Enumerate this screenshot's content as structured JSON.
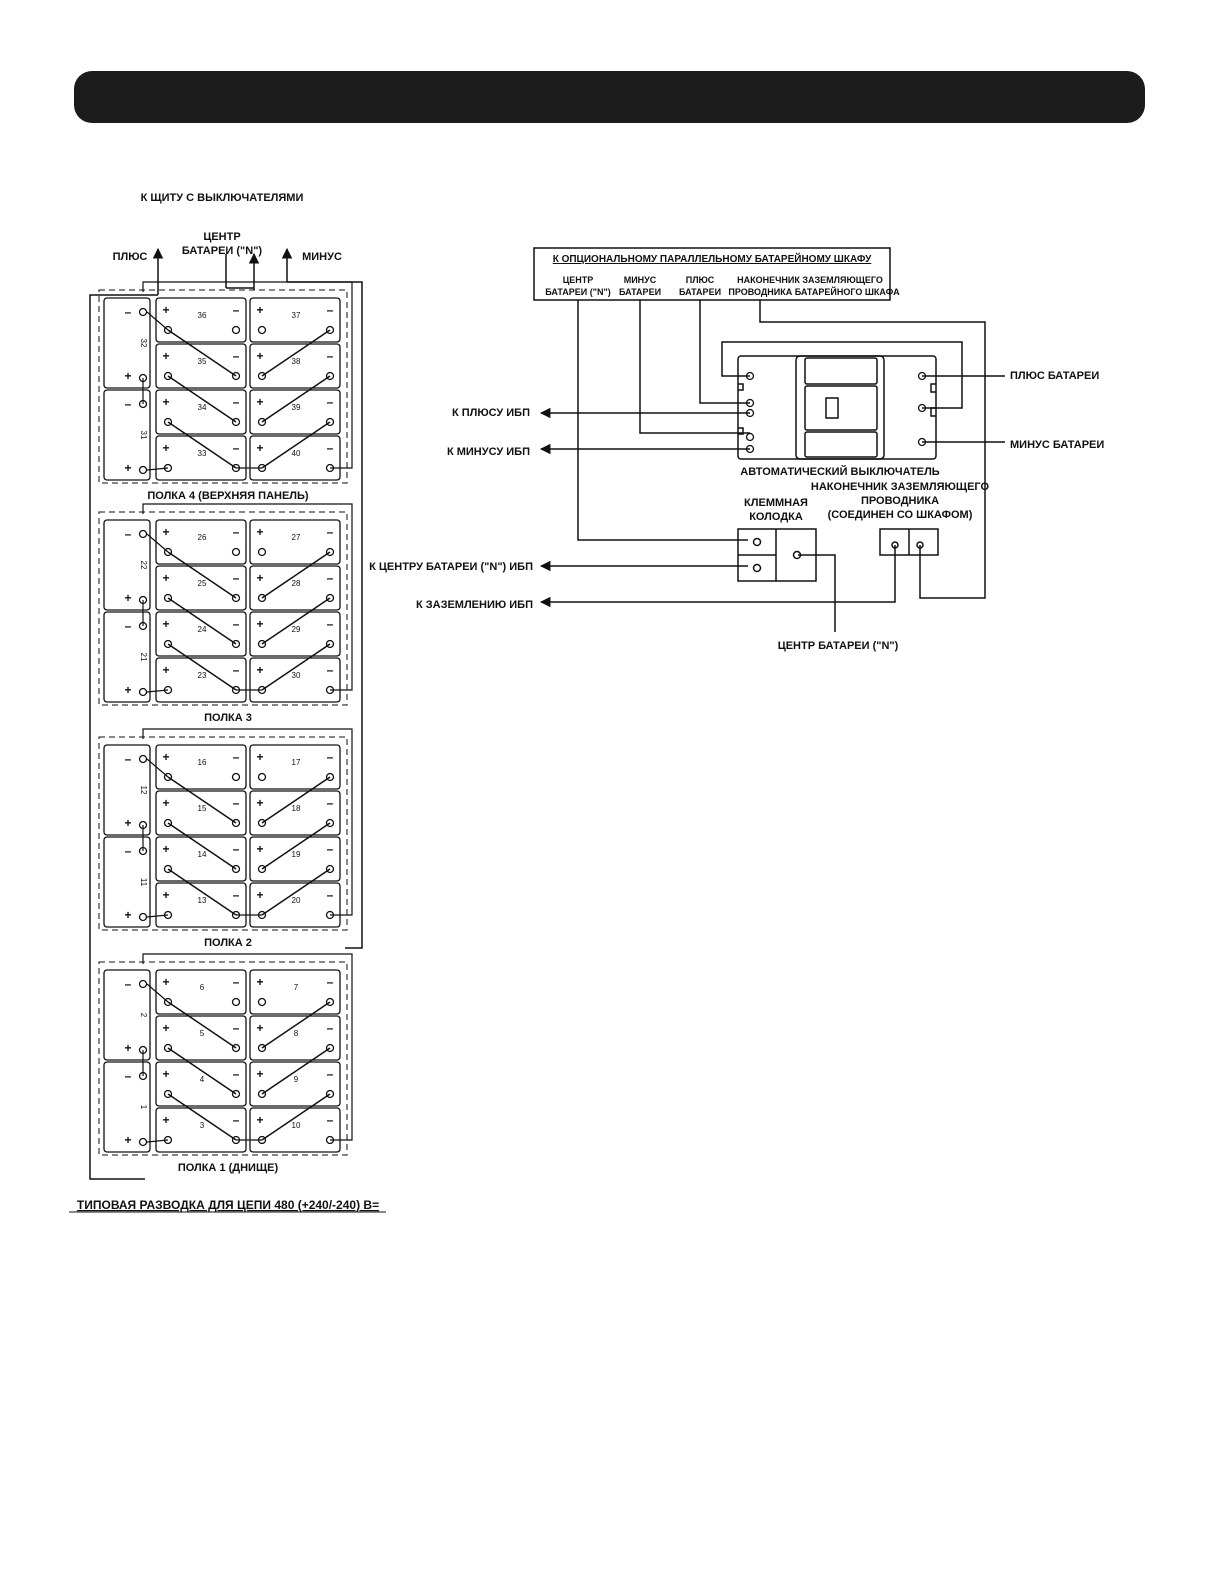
{
  "header": {
    "title": ""
  },
  "diagram": {
    "to_breaker_panel": "К ЩИТУ С ВЫКЛЮЧАТЕЛЯМИ",
    "plus": "ПЛЮС",
    "center_line1": "ЦЕНТР",
    "center_line2": "БАТАРЕИ (\"N\")",
    "minus": "МИНУС",
    "plus_sign": "+",
    "minus_sign": "–",
    "caption": "ТИПОВАЯ РАЗВОДКА ДЛЯ ЦЕПИ 480 (+240/-240) В=",
    "shelves": [
      {
        "label": "ПОЛКА 4 (ВЕРХНЯЯ ПАНЕЛЬ)",
        "side": [
          "32",
          "31"
        ],
        "left": [
          "36",
          "35",
          "34",
          "33"
        ],
        "right": [
          "37",
          "38",
          "39",
          "40"
        ]
      },
      {
        "label": "ПОЛКА 3",
        "side": [
          "22",
          "21"
        ],
        "left": [
          "26",
          "25",
          "24",
          "23"
        ],
        "right": [
          "27",
          "28",
          "29",
          "30"
        ]
      },
      {
        "label": "ПОЛКА 2",
        "side": [
          "12",
          "11"
        ],
        "left": [
          "16",
          "15",
          "14",
          "13"
        ],
        "right": [
          "17",
          "18",
          "19",
          "20"
        ]
      },
      {
        "label": "ПОЛКА 1 (ДНИЩЕ)",
        "side": [
          "2",
          "1"
        ],
        "left": [
          "6",
          "5",
          "4",
          "3"
        ],
        "right": [
          "7",
          "8",
          "9",
          "10"
        ]
      }
    ]
  },
  "right": {
    "optional_cabinet": "К ОПЦИОНАЛЬНОМУ ПАРАЛЛЕЛЬНОМУ БАТАРЕЙНОМУ ШКАФУ",
    "col1_line1": "ЦЕНТР",
    "col1_line2": "БАТАРЕИ (\"N\")",
    "col2_line1": "МИНУС",
    "col2_line2": "БАТАРЕИ",
    "col3_line1": "ПЛЮС",
    "col3_line2": "БАТАРЕИ",
    "col4_line1": "НАКОНЕЧНИК ЗАЗЕМЛЯЮЩЕГО",
    "col4_line2": "ПРОВОДНИКА БАТАРЕЙНОГО ШКАФА",
    "to_ups_plus": "К ПЛЮСУ ИБП",
    "to_ups_minus": "К МИНУСУ ИБП",
    "battery_plus": "ПЛЮС БАТАРЕИ",
    "battery_minus": "МИНУС БАТАРЕИ",
    "breaker": "АВТОМАТИЧЕСКИЙ ВЫКЛЮЧАТЕЛЬ",
    "terminal_line1": "КЛЕММНАЯ",
    "terminal_line2": "КОЛОДКА",
    "ground_line1": "НАКОНЕЧНИК ЗАЗЕМЛЯЮЩЕГО",
    "ground_line2": "ПРОВОДНИКА",
    "ground_line3": "(СОЕДИНЕН СО ШКАФОМ)",
    "to_ups_center": "К ЦЕНТРУ БАТАРЕИ (\"N\") ИБП",
    "to_ups_ground": "К ЗАЗЕМЛЕНИЮ ИБП",
    "center_n": "ЦЕНТР БАТАРЕИ (\"N\")"
  }
}
